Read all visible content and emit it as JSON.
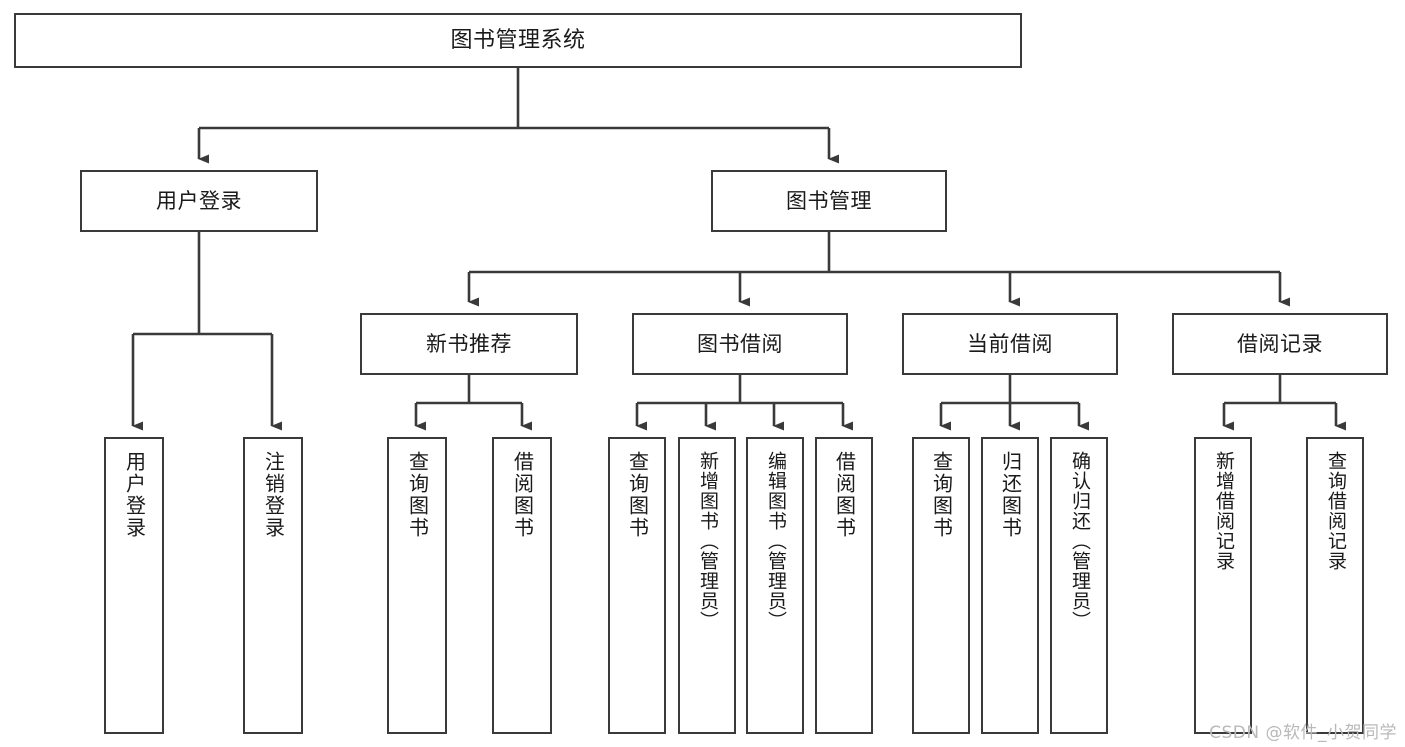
{
  "diagram": {
    "title": "图书管理系统",
    "type": "tree-hierarchy-chart",
    "root": {
      "label": "图书管理系统"
    },
    "level2": [
      {
        "label": "用户登录"
      },
      {
        "label": "图书管理"
      }
    ],
    "level3": [
      {
        "label": "新书推荐"
      },
      {
        "label": "图书借阅"
      },
      {
        "label": "当前借阅"
      },
      {
        "label": "借阅记录"
      }
    ],
    "leaves": {
      "user_login": [
        {
          "label": "用户登录"
        },
        {
          "label": "注销登录"
        }
      ],
      "new_book": [
        {
          "label": "查询图书"
        },
        {
          "label": "借阅图书"
        }
      ],
      "book_borrow": [
        {
          "label": "查询图书"
        },
        {
          "label": "新增图书（管理员）"
        },
        {
          "label": "编辑图书（管理员）"
        },
        {
          "label": "借阅图书"
        }
      ],
      "current_borrow": [
        {
          "label": "查询图书"
        },
        {
          "label": "归还图书"
        },
        {
          "label": "确认归还（管理员）"
        }
      ],
      "borrow_record": [
        {
          "label": "新增借阅记录"
        },
        {
          "label": "查询借阅记录"
        }
      ]
    }
  },
  "watermark": {
    "text": "CSDN @软件_小贺同学"
  },
  "colors": {
    "box_border": "#3a3a3a",
    "box_fill": "#ffffff",
    "connector": "#3a3a3a",
    "text": "#1a1a1a",
    "watermark": "#b9b9b9"
  }
}
